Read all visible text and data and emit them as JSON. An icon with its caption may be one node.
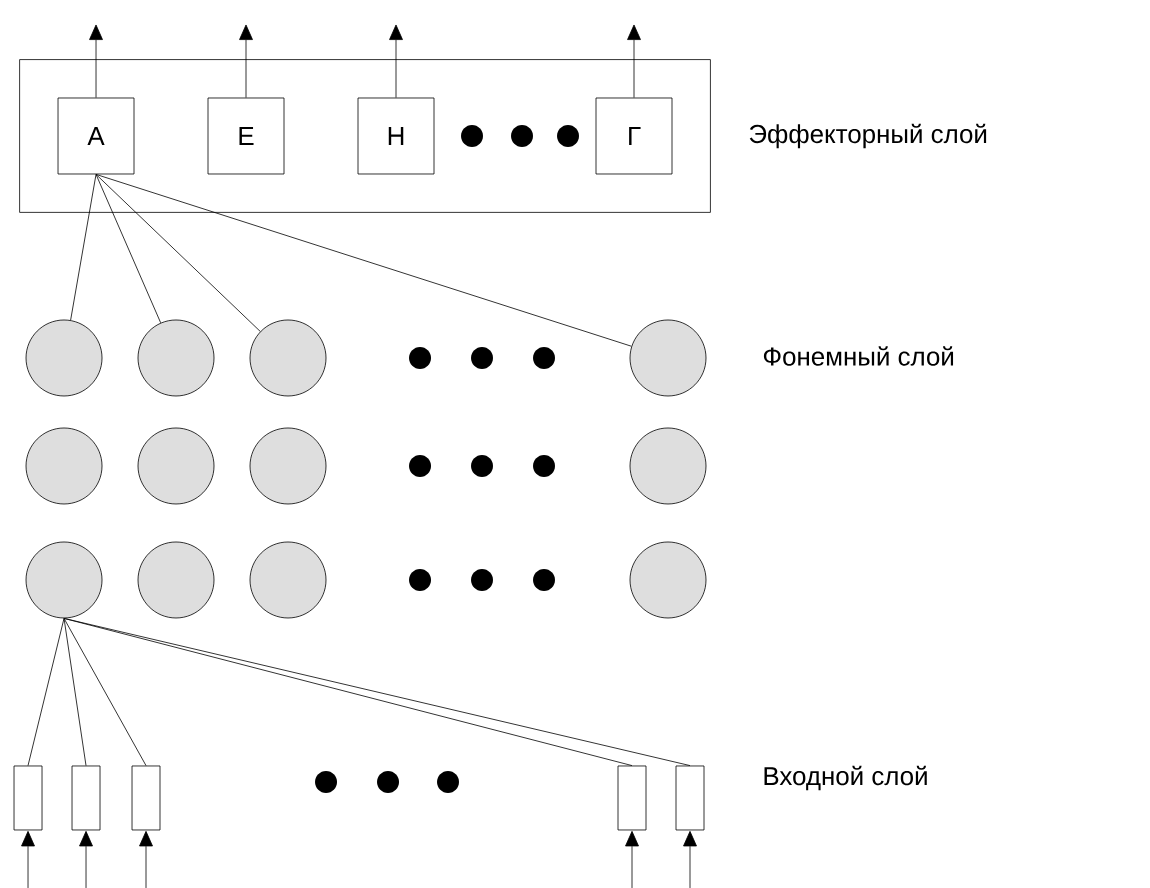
{
  "diagram": {
    "nodes": [
      {
        "text": [],
        "shape": "box"
      },
      {
        "text": [
          "А"
        ],
        "in": 0
      },
      {
        "text": [
          "Е"
        ],
        "in": 0
      },
      {
        "text": [
          "Н"
        ],
        "in": 0
      },
      {
        "text": [
          "Г"
        ],
        "in": 0
      },
      {
        "text": [],
        "shape": "circle"
      },
      {
        "text": [],
        "shape": "circle"
      },
      {
        "text": [],
        "shape": "circle"
      },
      {
        "text": [],
        "shape": "circle"
      },
      {
        "text": [],
        "shape": "circle"
      },
      {
        "text": [],
        "shape": "circle"
      },
      {
        "text": [],
        "shape": "circle"
      },
      {
        "text": [],
        "shape": "circle"
      },
      {
        "text": [],
        "shape": "circle"
      },
      {
        "text": [],
        "shape": "circle"
      },
      {
        "text": [],
        "shape": "circle"
      },
      {
        "text": [],
        "shape": "circle"
      },
      {
        "text": [],
        "shape": "box"
      },
      {
        "text": [],
        "shape": "box"
      },
      {
        "text": [],
        "shape": "box"
      },
      {
        "text": [],
        "shape": "box"
      },
      {
        "text": [],
        "shape": "box"
      }
    ],
    "edges": [
      {
        "from": 1,
        "to": null,
        "arrow": "to"
      },
      {
        "from": 2,
        "to": null,
        "arrow": "to"
      },
      {
        "from": 3,
        "to": null,
        "arrow": "to"
      },
      {
        "from": 4,
        "to": null,
        "arrow": "to"
      },
      {
        "from": 1,
        "to": 5,
        "arrow": "none"
      },
      {
        "from": 1,
        "to": 6,
        "arrow": "none"
      },
      {
        "from": 1,
        "to": 7,
        "arrow": "none"
      },
      {
        "from": 1,
        "to": 8,
        "arrow": "none"
      },
      {
        "from": 13,
        "to": 17,
        "arrow": "none"
      },
      {
        "from": 13,
        "to": 18,
        "arrow": "none"
      },
      {
        "from": 13,
        "to": 19,
        "arrow": "none"
      },
      {
        "from": 13,
        "to": 20,
        "arrow": "none"
      },
      {
        "from": 13,
        "to": 21,
        "arrow": "none"
      },
      {
        "from": null,
        "to": 17,
        "arrow": "to"
      },
      {
        "from": null,
        "to": 18,
        "arrow": "to"
      },
      {
        "from": null,
        "to": 19,
        "arrow": "to"
      },
      {
        "from": null,
        "to": 20,
        "arrow": "to"
      },
      {
        "from": null,
        "to": 21,
        "arrow": "to"
      }
    ],
    "labels": [
      "Эффекторный слой",
      "Фонемный слой",
      "Входной слой"
    ]
  }
}
